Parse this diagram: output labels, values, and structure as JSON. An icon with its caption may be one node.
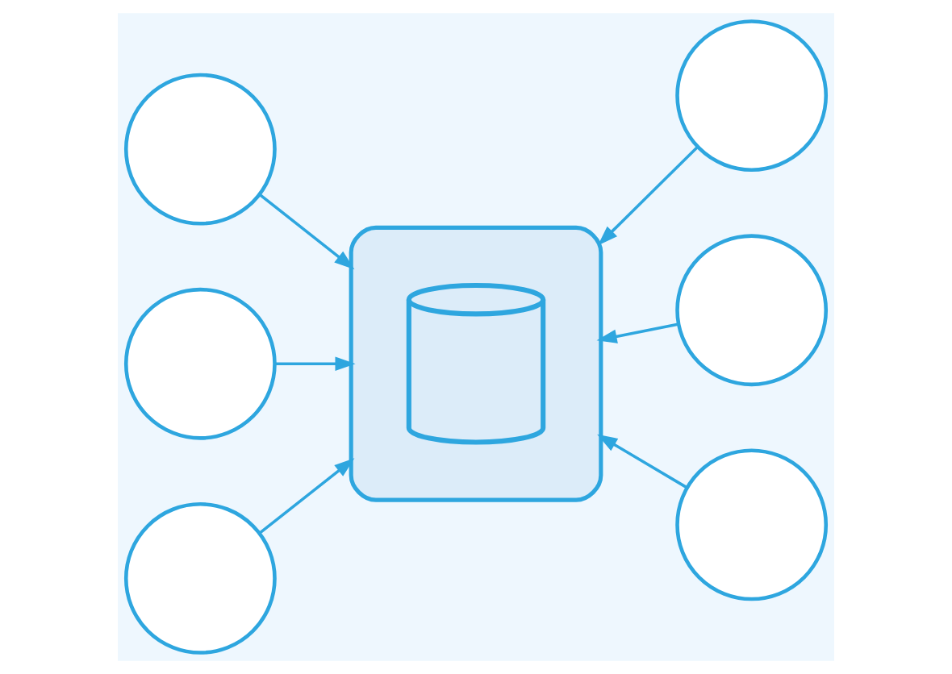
{
  "diagram": {
    "nodes": [
      {
        "text": [],
        "shape": "circle"
      },
      {
        "text": [],
        "shape": "circle"
      },
      {
        "text": [],
        "shape": "circle"
      },
      {
        "text": [],
        "shape": "cloud"
      },
      {
        "text": [],
        "shape": "cylinder",
        "in": 3
      },
      {
        "text": [],
        "shape": "circle"
      },
      {
        "text": [],
        "shape": "circle"
      },
      {
        "text": [],
        "shape": "circle"
      }
    ],
    "edges": [
      {
        "from": 0,
        "to": 3,
        "arrow": "to"
      },
      {
        "from": 1,
        "to": 3,
        "arrow": "to"
      },
      {
        "from": 2,
        "to": 3,
        "arrow": "to"
      },
      {
        "from": 5,
        "to": 3,
        "arrow": "to"
      },
      {
        "from": 6,
        "to": 3,
        "arrow": "to"
      },
      {
        "from": 7,
        "to": 3,
        "arrow": "to"
      }
    ]
  }
}
